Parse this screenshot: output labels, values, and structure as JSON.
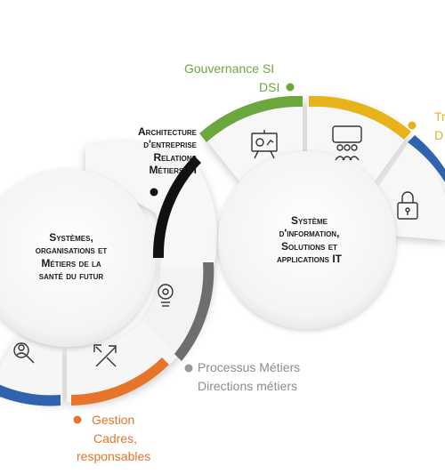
{
  "labels": {
    "gouvernance_si": "Gouvernance SI",
    "dsi": "DSI",
    "tr_partial": "Tr",
    "d_partial": "D",
    "architecture_line1": "Architecture",
    "architecture_line2": "d'entreprise",
    "architecture_line3": "Relations",
    "architecture_line4": "Métiers SI",
    "systemes_line1": "Systèmes,",
    "systemes_line2": "organisations et",
    "systemes_line3": "Métiers de la",
    "systemes_line4": "santé du futur",
    "systeme_info_line1": "Système",
    "systeme_info_line2": "d'information,",
    "systeme_info_line3": "Solutions et",
    "systeme_info_line4": "applications IT",
    "processus": "Processus Métiers",
    "directions": "Directions métiers",
    "gestion": "Gestion",
    "cadres": "Cadres,",
    "responsables": "responsables"
  },
  "colors": {
    "green": "#6aa83e",
    "yellow": "#e8b21a",
    "blue": "#2f63b0",
    "orange": "#e6742a",
    "black": "#111111",
    "grey": "#9a9a9a",
    "label_grey": "#8c8c8c"
  },
  "icons": [
    "presentation-chart-icon",
    "meeting-group-icon",
    "padlock-icon",
    "gear-bulb-icon",
    "arrows-icon",
    "person-search-icon"
  ]
}
